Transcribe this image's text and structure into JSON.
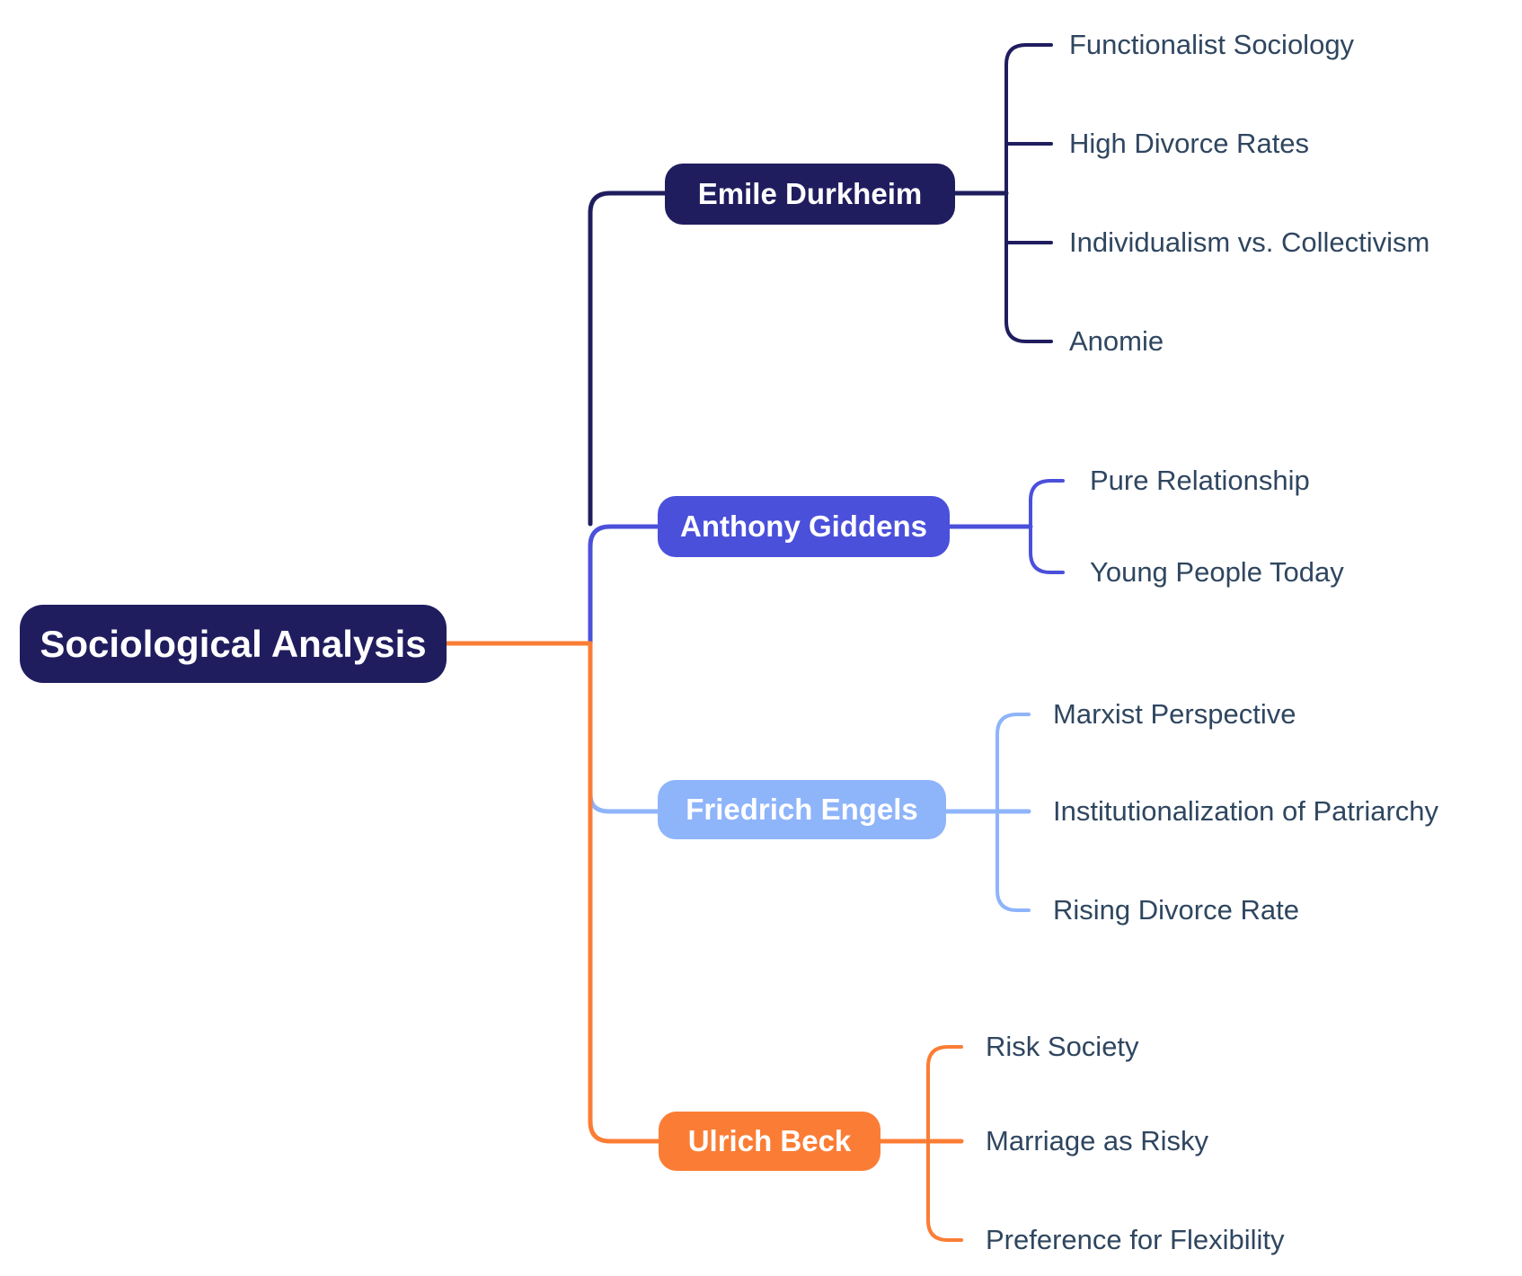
{
  "root": {
    "id": "root",
    "label": "Sociological Analysis",
    "color": "#201D5F"
  },
  "branches": [
    {
      "id": "durkheim",
      "label": "Emile Durkheim",
      "color": "#201D5F",
      "children": [
        "Functionalist Sociology",
        "High Divorce Rates",
        "Individualism vs. Collectivism",
        "Anomie"
      ]
    },
    {
      "id": "giddens",
      "label": "Anthony Giddens",
      "color": "#4B50DB",
      "children": [
        "Pure Relationship",
        "Young People Today"
      ]
    },
    {
      "id": "engels",
      "label": "Friedrich Engels",
      "color": "#8EB4FA",
      "children": [
        "Marxist Perspective",
        "Institutionalization of Patriarchy",
        "Rising Divorce Rate"
      ]
    },
    {
      "id": "beck",
      "label": "Ulrich Beck",
      "color": "#FB7D35",
      "children": [
        "Risk Society",
        "Marriage as Risky",
        "Preference for Flexibility"
      ]
    }
  ],
  "colors": {
    "background": "#FFFFFF",
    "leaf_text": "#2F4660",
    "node_text": "#FFFFFF"
  }
}
